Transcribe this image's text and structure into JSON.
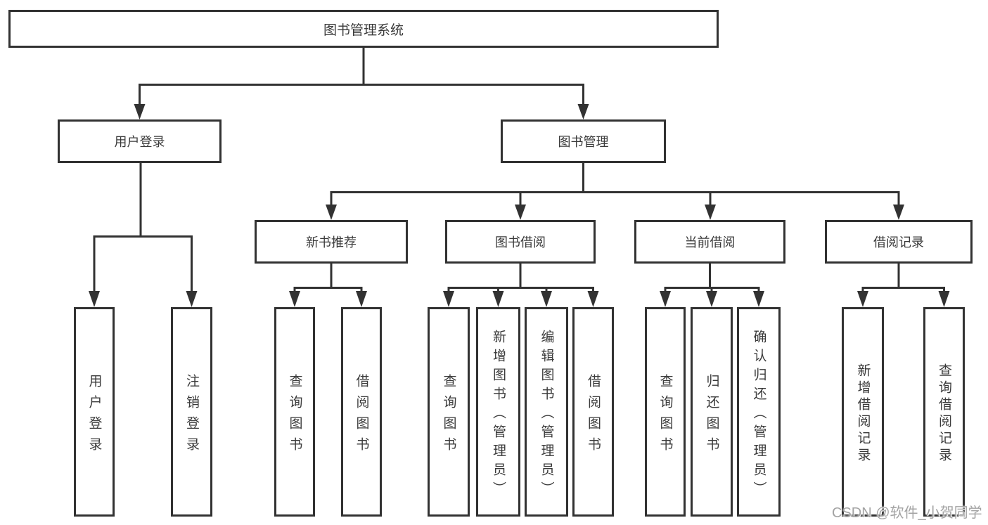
{
  "root": {
    "label": "图书管理系统"
  },
  "branches": {
    "user_login": {
      "label": "用户登录",
      "children": {
        "login": {
          "label": "用户登录"
        },
        "logout": {
          "label": "注销登录"
        }
      }
    },
    "book_mgmt": {
      "label": "图书管理",
      "children": {
        "new_book_rec": {
          "label": "新书推荐",
          "children": {
            "query_book": {
              "label": "查询图书"
            },
            "borrow_book": {
              "label": "借阅图书"
            }
          }
        },
        "book_borrow": {
          "label": "图书借阅",
          "children": {
            "query_book": {
              "label": "查询图书"
            },
            "add_book": {
              "label": "新增图书（管理员）"
            },
            "edit_book": {
              "label": "编辑图书（管理员）"
            },
            "borrow_book": {
              "label": "借阅图书"
            }
          }
        },
        "current_borrow": {
          "label": "当前借阅",
          "children": {
            "query_book": {
              "label": "查询图书"
            },
            "return_book": {
              "label": "归还图书"
            },
            "confirm_return": {
              "label": "确认归还（管理员）"
            }
          }
        },
        "borrow_records": {
          "label": "借阅记录",
          "children": {
            "add_record": {
              "label": "新增借阅记录"
            },
            "query_record": {
              "label": "查询借阅记录"
            }
          }
        }
      }
    }
  },
  "watermark": {
    "label": "CSDN @软件_小贺同学"
  },
  "colors": {
    "line": "#323232",
    "text": "#3a3a3a",
    "watermark": "#a3a3a3"
  }
}
